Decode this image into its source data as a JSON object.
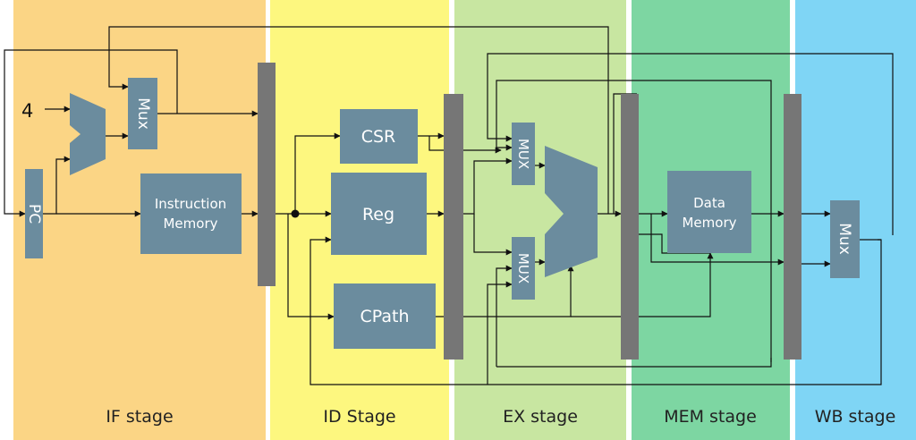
{
  "colors": {
    "if_stage": "#FBD585",
    "id_stage": "#FDF77F",
    "ex_stage": "#C8E6A1",
    "mem_stage": "#7DD6A2",
    "wb_stage": "#7FD5F5",
    "block": "#6B8C9E",
    "pipeline_register": "#767676",
    "wire": "#111111"
  },
  "stages": [
    {
      "id": "if",
      "label": "IF stage"
    },
    {
      "id": "id",
      "label": "ID Stage"
    },
    {
      "id": "ex",
      "label": "EX stage"
    },
    {
      "id": "mem",
      "label": "MEM stage"
    },
    {
      "id": "wb",
      "label": "WB stage"
    }
  ],
  "blocks": {
    "pc": "PC",
    "constant_four": "4",
    "if_mux": "Mux",
    "instruction_memory": [
      "Instruction",
      "Memory"
    ],
    "csr": "CSR",
    "reg": "Reg",
    "cpath": "CPath",
    "ex_mux_top": "MUX",
    "ex_mux_bottom": "MUX",
    "data_memory": [
      "Data",
      "Memory"
    ],
    "wb_mux": "Mux"
  }
}
